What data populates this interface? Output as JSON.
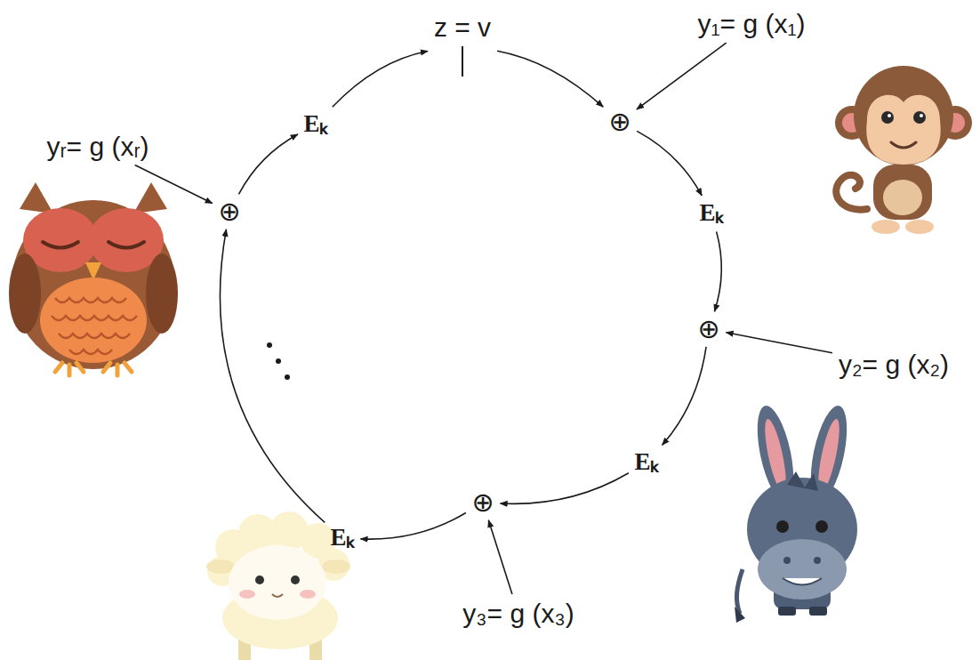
{
  "diagram": {
    "nodes": [
      {
        "text": [
          "z = v"
        ]
      },
      {
        "text": [
          "y₁= g (x₁)"
        ]
      },
      {
        "text": [
          "⊕"
        ]
      },
      {
        "text": [
          "Eₖ"
        ]
      },
      {
        "text": [
          "⊕"
        ]
      },
      {
        "text": [
          "y₂= g (x₂)"
        ]
      },
      {
        "text": [
          "Eₖ"
        ]
      },
      {
        "text": [
          "⊕"
        ]
      },
      {
        "text": [
          "y₃= g (x₃)"
        ]
      },
      {
        "text": [
          "Eₖ"
        ]
      },
      {
        "text": [
          "yᵣ= g (xᵣ)"
        ]
      },
      {
        "text": [
          "⊕"
        ]
      },
      {
        "text": [
          "Eₖ"
        ]
      }
    ],
    "edges": [
      {
        "from": 0,
        "to": 2,
        "arrow": "to"
      },
      {
        "from": 1,
        "to": 2,
        "arrow": "to"
      },
      {
        "from": 2,
        "to": 3,
        "arrow": "to"
      },
      {
        "from": 3,
        "to": 4,
        "arrow": "to"
      },
      {
        "from": 5,
        "to": 4,
        "arrow": "to"
      },
      {
        "from": 4,
        "to": 6,
        "arrow": "to"
      },
      {
        "from": 6,
        "to": 7,
        "arrow": "to"
      },
      {
        "from": 8,
        "to": 7,
        "arrow": "to"
      },
      {
        "from": 7,
        "to": 9,
        "arrow": "to"
      },
      {
        "from": 9,
        "to": 11,
        "arrow": "to"
      },
      {
        "from": 10,
        "to": 11,
        "arrow": "to"
      },
      {
        "from": 11,
        "to": 12,
        "arrow": "to"
      },
      {
        "from": 12,
        "to": 0,
        "arrow": "to"
      }
    ]
  }
}
